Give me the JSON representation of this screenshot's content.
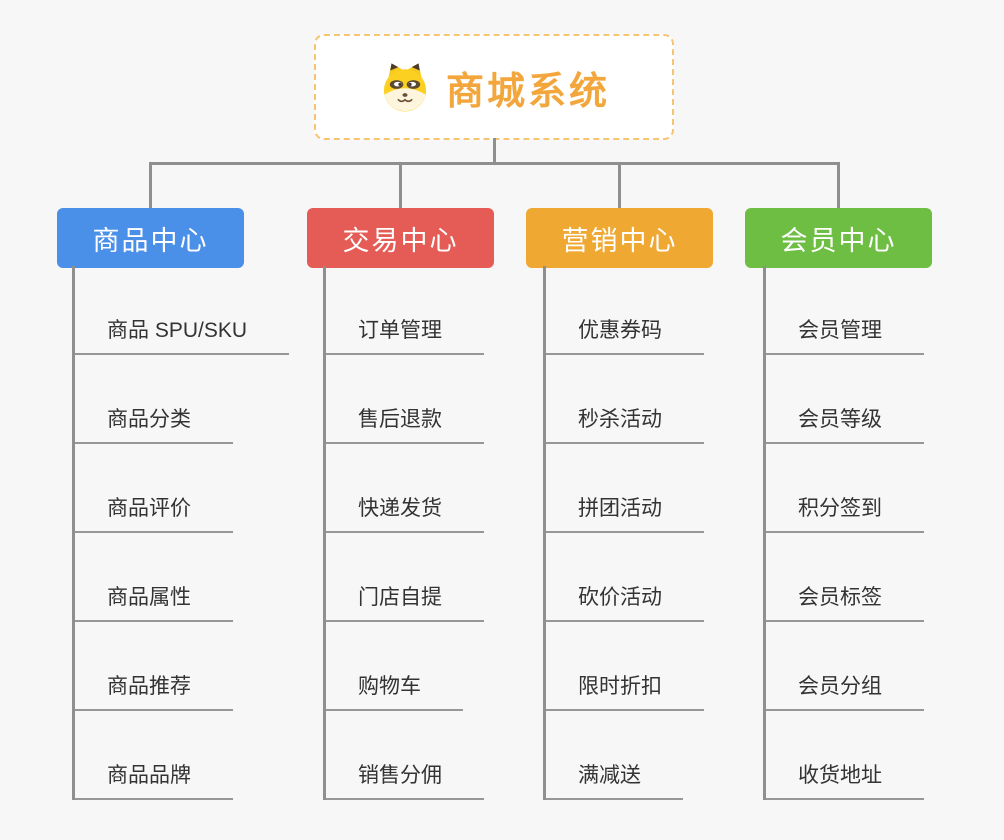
{
  "root": {
    "title": "商城系统",
    "icon": "dog-face-icon"
  },
  "branches": [
    {
      "label": "商品中心",
      "color": "#4a8fe8",
      "children": [
        "商品 SPU/SKU",
        "商品分类",
        "商品评价",
        "商品属性",
        "商品推荐",
        "商品品牌"
      ]
    },
    {
      "label": "交易中心",
      "color": "#e45c55",
      "children": [
        "订单管理",
        "售后退款",
        "快递发货",
        "门店自提",
        "购物车",
        "销售分佣"
      ]
    },
    {
      "label": "营销中心",
      "color": "#efa933",
      "children": [
        "优惠券码",
        "秒杀活动",
        "拼团活动",
        "砍价活动",
        "限时折扣",
        "满减送"
      ]
    },
    {
      "label": "会员中心",
      "color": "#6ebe44",
      "children": [
        "会员管理",
        "会员等级",
        "积分签到",
        "会员标签",
        "会员分组",
        "收货地址"
      ]
    }
  ],
  "colors": {
    "background": "#f7f7f7",
    "connector": "#8f8f8f",
    "leaf_underline": "#979797",
    "leaf_text": "#333333",
    "root_text": "#f2a63b",
    "root_border": "#f6c473",
    "root_background": "#ffffff"
  }
}
